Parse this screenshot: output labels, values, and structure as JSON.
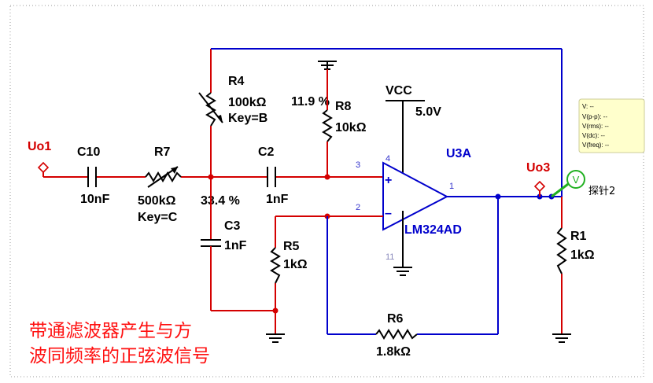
{
  "labels": {
    "uo1": "Uo1",
    "uo3": "Uo3",
    "c10": "C10",
    "c10_val": "10nF",
    "r7": "R7",
    "r7_val": "500kΩ",
    "r7_key": "Key=C",
    "r7_pct": "33.4 %",
    "r4": "R4",
    "r4_val": "100kΩ",
    "r4_key": "Key=B",
    "r4_pct": "11.9 %",
    "r8": "R8",
    "r8_val": "10kΩ",
    "c2": "C2",
    "c2_val": "1nF",
    "c3": "C3",
    "c3_val": "1nF",
    "r5": "R5",
    "r5_val": "1kΩ",
    "r6": "R6",
    "r6_val": "1.8kΩ",
    "r1": "R1",
    "r1_val": "1kΩ",
    "vcc": "VCC",
    "vcc_val": "5.0V",
    "u3a": "U3A",
    "opamp": "LM324AD",
    "pin3": "3",
    "pin2": "2",
    "pin4": "4",
    "pin11": "11",
    "pin1": "1",
    "plus": "+",
    "minus": "–",
    "probe_v": "V",
    "probe_name": "探针2"
  },
  "probe": {
    "lines": [
      "V: --",
      "V(p-p): --",
      "V(rms): --",
      "V(dc): --",
      "V(freq): --"
    ]
  },
  "caption": {
    "line1": "带通滤波器产生与方",
    "line2": "波同频率的正弦波信号"
  },
  "colors": {
    "wire_red": "#d40000",
    "wire_blue": "#0000cc",
    "probe_green": "#20b020",
    "caption_red": "#ff1010"
  }
}
